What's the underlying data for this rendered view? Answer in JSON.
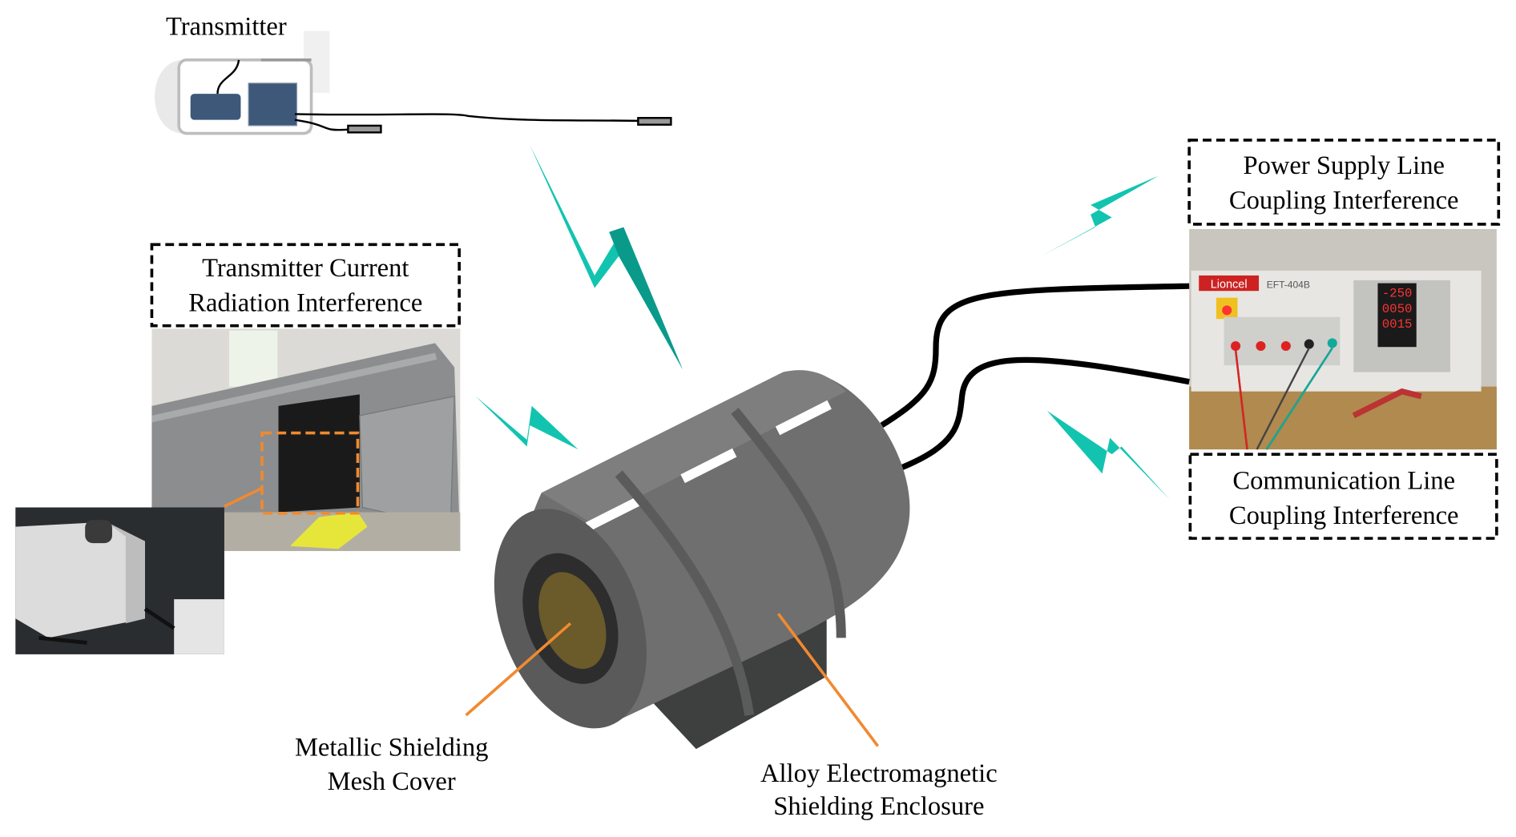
{
  "labels": {
    "transmitter": "Transmitter",
    "radiation": [
      "Transmitter Current",
      "Radiation Interference"
    ],
    "power": [
      "Power Supply Line",
      "Coupling Interference"
    ],
    "communication": [
      "Communication Line",
      "Coupling Interference"
    ],
    "mesh": [
      "Metallic Shielding",
      "Mesh Cover"
    ],
    "enclosure": [
      "Alloy Electromagnetic",
      "Shielding Enclosure"
    ]
  },
  "device_photo": {
    "brand": "Lioncel",
    "model": "EFT-404B",
    "readouts": [
      "-250",
      "0050",
      "0015"
    ]
  },
  "colors": {
    "lightning": "#12c4b0",
    "lightning_shade": "#0a9a8a",
    "callout": "#f08a30",
    "enclosure": "#6e6f6e",
    "transmitter_module": "#3d5878"
  }
}
